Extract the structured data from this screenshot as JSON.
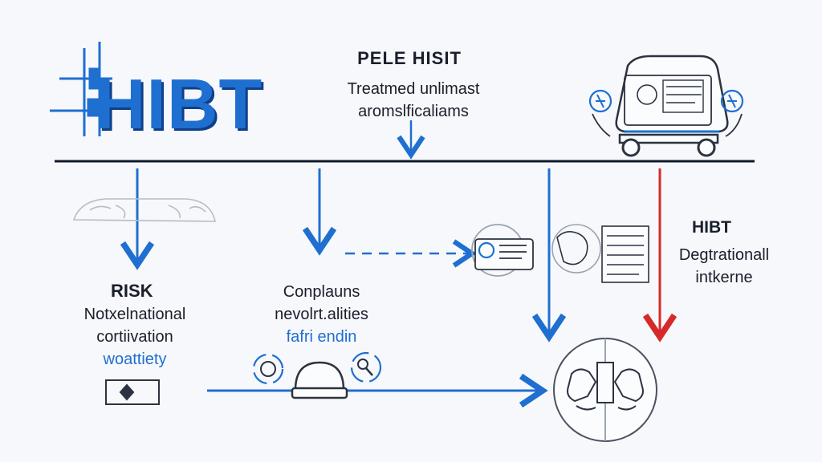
{
  "logo": {
    "text": "HIBT"
  },
  "top": {
    "title": "PELE HISIT",
    "lines": [
      "Treatmed unlimast",
      "aromslficaliams"
    ]
  },
  "risk": {
    "title": "RISK",
    "lines": [
      "Notxelnational",
      "cortiivation"
    ],
    "accent": "woattiety"
  },
  "middle": {
    "lines": [
      "Conplauns",
      "nevolrt.alities"
    ],
    "accent": "fafri endin"
  },
  "right": {
    "title": "HIBT",
    "lines": [
      "Degtrationall",
      "intkerne"
    ]
  },
  "colors": {
    "blue": "#1f6fd1",
    "dark_blue": "#0f3f8a",
    "red": "#d62a2a",
    "ink": "#1b2433"
  },
  "icons": [
    "truck-icon",
    "shield-card-icon",
    "sync-icon",
    "helmet-icon",
    "search-icon",
    "wallet-icon",
    "document-stack-icon",
    "hands-exchange-icon"
  ]
}
